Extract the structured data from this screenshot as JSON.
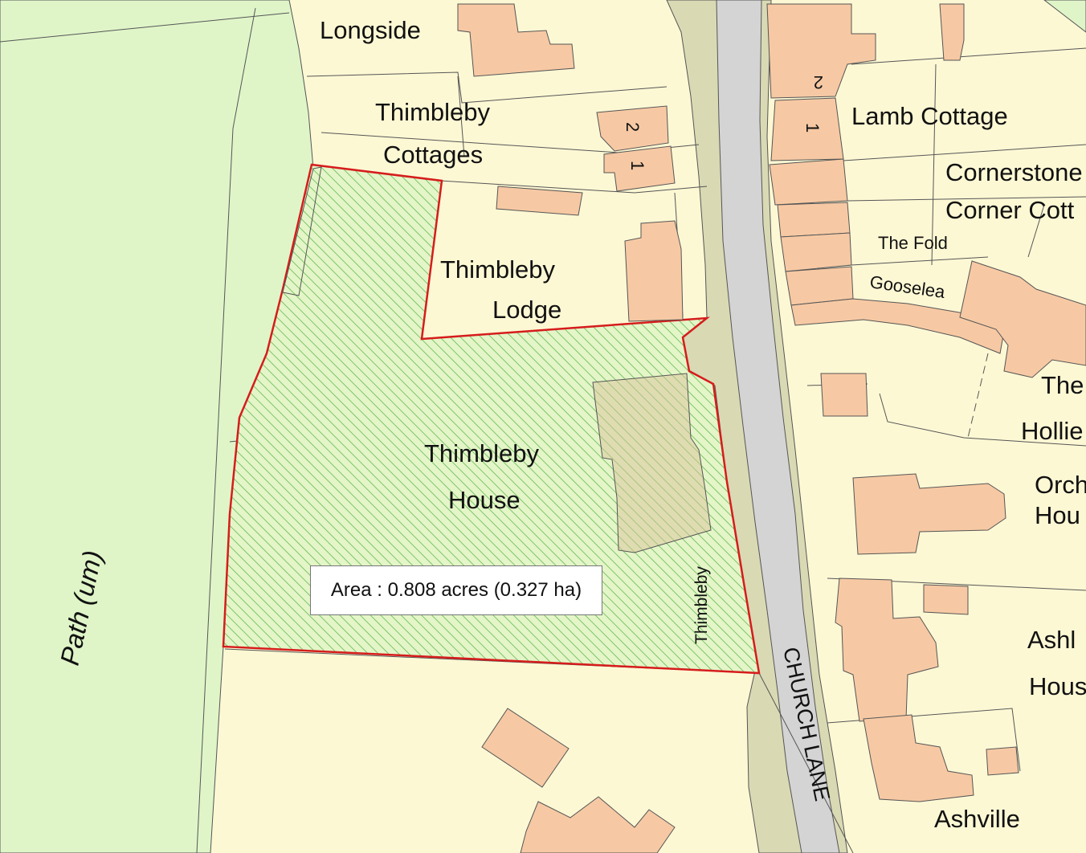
{
  "colors": {
    "background": "#fdf8d4",
    "field": "#dff5c8",
    "building": "#f6c9a4",
    "road": "#d4d4d4",
    "verge": "#d9d9b4",
    "boundary": "#d61c1c",
    "hatch": "#7cc66a"
  },
  "labels": {
    "longside": "Longside",
    "thimbleby_cottages_1": "Thimbleby",
    "thimbleby_cottages_2": "Cottages",
    "thimbleby_lodge_1": "Thimbleby",
    "thimbleby_lodge_2": "Lodge",
    "thimbleby_house_1": "Thimbleby",
    "thimbleby_house_2": "House",
    "thimbleby_vertical": "Thimbleby",
    "lamb_cottage": "Lamb Cottage",
    "cornerstone": "Cornerstone",
    "corner_cott": "Corner Cott",
    "the_fold": "The Fold",
    "gooselea": "Gooselea",
    "the": "The",
    "hollies": "Hollie",
    "orch": "Orch",
    "hou": "Hou",
    "ashl": "Ashl",
    "hous": "Hous",
    "ashville": "Ashville",
    "church_lane": "CHURCH LANE",
    "path": "Path (um)",
    "num_2a": "2",
    "num_1a": "1",
    "num_2b": "2",
    "num_1b": "1"
  },
  "area": {
    "text": "Area : 0.808 acres (0.327 ha)"
  }
}
